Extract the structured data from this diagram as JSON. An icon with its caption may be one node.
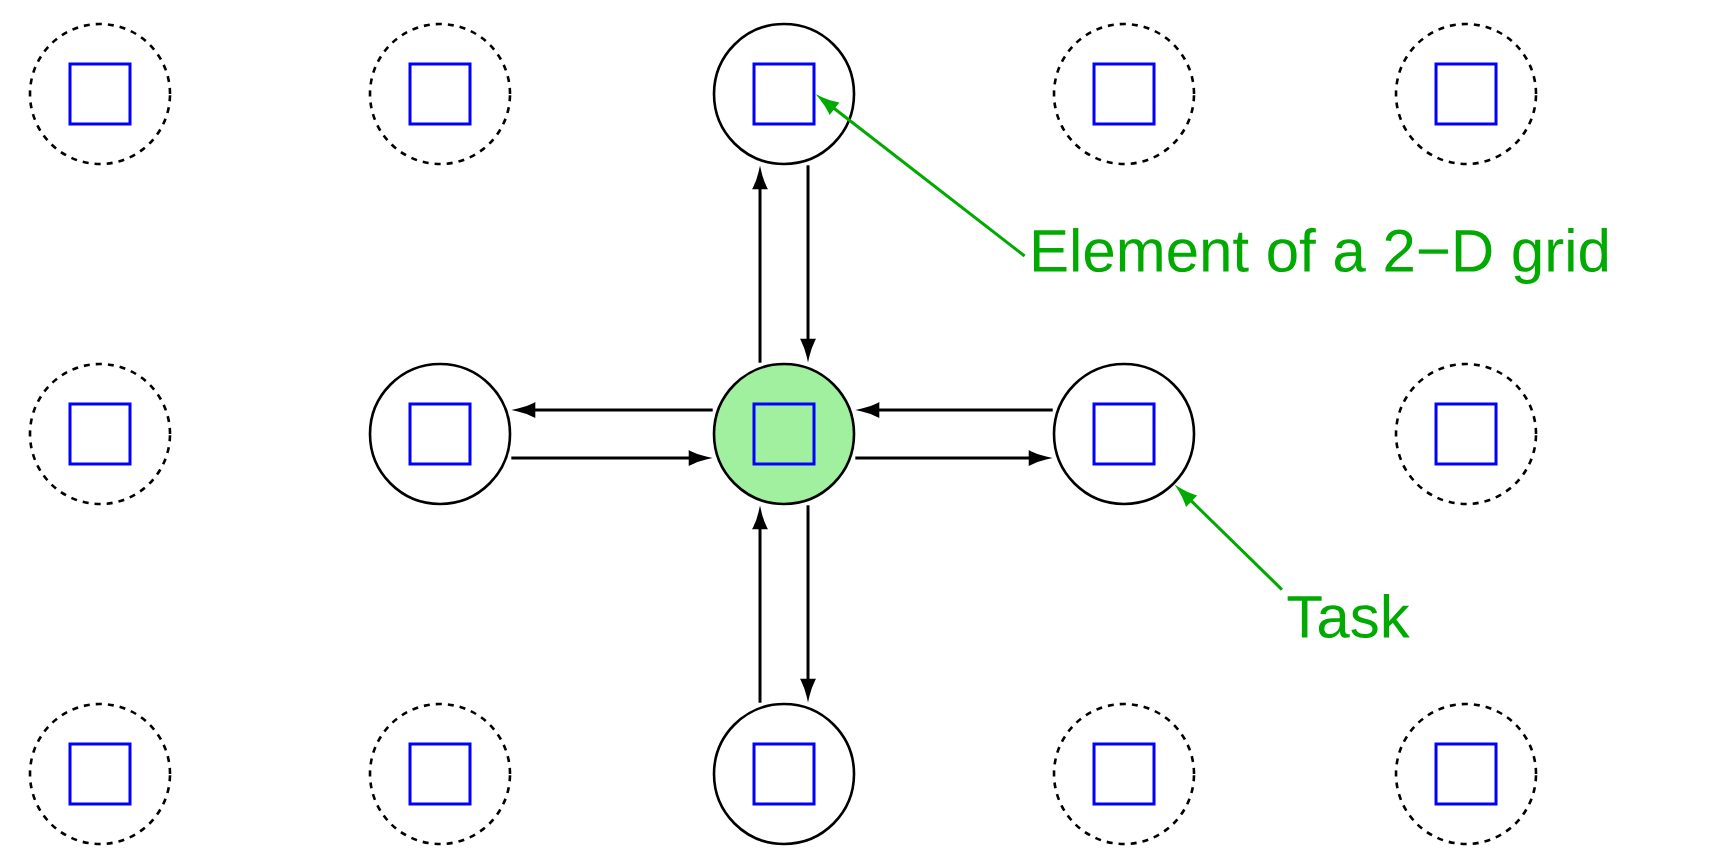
{
  "diagram": {
    "nodes": [
      {
        "text": [],
        "shape": "circle"
      },
      {
        "text": [],
        "shape": "box",
        "in": 0
      },
      {
        "text": [],
        "shape": "circle"
      },
      {
        "text": [],
        "shape": "box",
        "in": 2
      },
      {
        "text": [],
        "shape": "circle"
      },
      {
        "text": [],
        "shape": "box",
        "in": 4
      },
      {
        "text": [],
        "shape": "circle"
      },
      {
        "text": [],
        "shape": "box",
        "in": 6
      },
      {
        "text": [],
        "shape": "circle"
      },
      {
        "text": [],
        "shape": "box",
        "in": 8
      },
      {
        "text": [],
        "shape": "circle"
      },
      {
        "text": [],
        "shape": "box",
        "in": 10
      },
      {
        "text": [],
        "shape": "circle"
      },
      {
        "text": [],
        "shape": "box",
        "in": 12
      },
      {
        "text": [],
        "shape": "circle"
      },
      {
        "text": [],
        "shape": "box",
        "in": 14
      },
      {
        "text": [],
        "shape": "circle"
      },
      {
        "text": [],
        "shape": "box",
        "in": 16
      },
      {
        "text": [],
        "shape": "circle"
      },
      {
        "text": [],
        "shape": "box",
        "in": 18
      },
      {
        "text": [],
        "shape": "circle"
      },
      {
        "text": [],
        "shape": "box",
        "in": 20
      },
      {
        "text": [],
        "shape": "circle"
      },
      {
        "text": [],
        "shape": "box",
        "in": 22
      },
      {
        "text": [],
        "shape": "circle"
      },
      {
        "text": [],
        "shape": "box",
        "in": 24
      },
      {
        "text": [],
        "shape": "circle"
      },
      {
        "text": [],
        "shape": "box",
        "in": 26
      },
      {
        "text": [],
        "shape": "circle"
      },
      {
        "text": [],
        "shape": "box",
        "in": 28
      },
      {
        "text": [
          "Element of a 2−D grid"
        ]
      },
      {
        "text": [
          "Task"
        ]
      }
    ],
    "edges": [
      {
        "from": 14,
        "to": 4,
        "arrow": "to"
      },
      {
        "from": 4,
        "to": 14,
        "arrow": "to"
      },
      {
        "from": 14,
        "to": 12,
        "arrow": "to"
      },
      {
        "from": 12,
        "to": 14,
        "arrow": "to"
      },
      {
        "from": 16,
        "to": 14,
        "arrow": "to"
      },
      {
        "from": 14,
        "to": 16,
        "arrow": "to"
      },
      {
        "from": 24,
        "to": 14,
        "arrow": "to"
      },
      {
        "from": 14,
        "to": 24,
        "arrow": "to"
      },
      {
        "from": 30,
        "to": 5,
        "arrow": "to",
        "color": "#00aa00"
      },
      {
        "from": 31,
        "to": 16,
        "arrow": "to",
        "color": "#00aa00"
      }
    ]
  }
}
